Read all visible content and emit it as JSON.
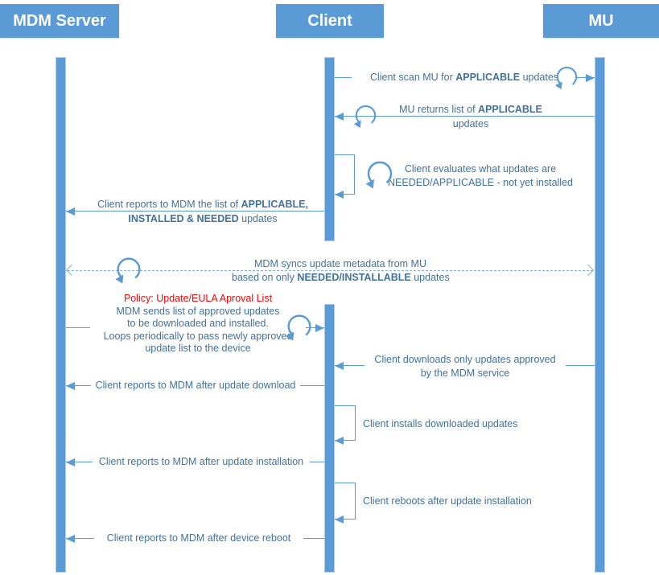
{
  "colors": {
    "accent_blue": "#5B9BD5",
    "message_text_blue": "#41719C",
    "policy_red": "#FF0000"
  },
  "actors": [
    {
      "label": "MDM Server"
    },
    {
      "label": "Client"
    },
    {
      "label": "MU"
    }
  ],
  "messages": {
    "scan": {
      "line1": [
        {
          "text": "Client scan MU for "
        },
        {
          "text": "APPLICABLE",
          "bold": true
        },
        {
          "text": " updates"
        }
      ]
    },
    "mu_returns": {
      "line1": [
        {
          "text": "MU returns list of "
        },
        {
          "text": "APPLICABLE",
          "bold": true
        }
      ],
      "line2": [
        {
          "text": "updates"
        }
      ]
    },
    "evaluates": {
      "line1": [
        {
          "text": "Client evaluates what updates are"
        }
      ],
      "line2": [
        {
          "text": "NEEDED/APPLICABLE - not yet installed"
        }
      ]
    },
    "reports_list": {
      "line1": [
        {
          "text": "Client reports to MDM the list of "
        },
        {
          "text": "APPLICABLE,",
          "bold": true
        }
      ],
      "line2": [
        {
          "text": "INSTALLED & NEEDED",
          "bold": true
        },
        {
          "text": " updates"
        }
      ]
    },
    "sync": {
      "line1": [
        {
          "text": "MDM syncs update metadata from MU"
        }
      ],
      "line2": [
        {
          "text": "based on only "
        },
        {
          "text": "NEEDED/INSTALLABLE",
          "bold": true
        },
        {
          "text": " updates"
        }
      ]
    },
    "policy": {
      "title": "Policy: Update/EULA Aproval List",
      "line1": "MDM sends list of approved updates",
      "line2": "to be downloaded and installed.",
      "line3": "Loops periodically to pass newly approved",
      "line4": "update list to the device"
    },
    "downloads": {
      "line1": "Client downloads only updates approved",
      "line2": "by the MDM service"
    },
    "report_download": "Client reports to MDM after update download",
    "installs": "Client installs downloaded updates",
    "report_install": "Client reports to MDM after update installation",
    "reboots": "Client reboots after update installation",
    "report_reboot": "Client reports to MDM after device reboot"
  }
}
